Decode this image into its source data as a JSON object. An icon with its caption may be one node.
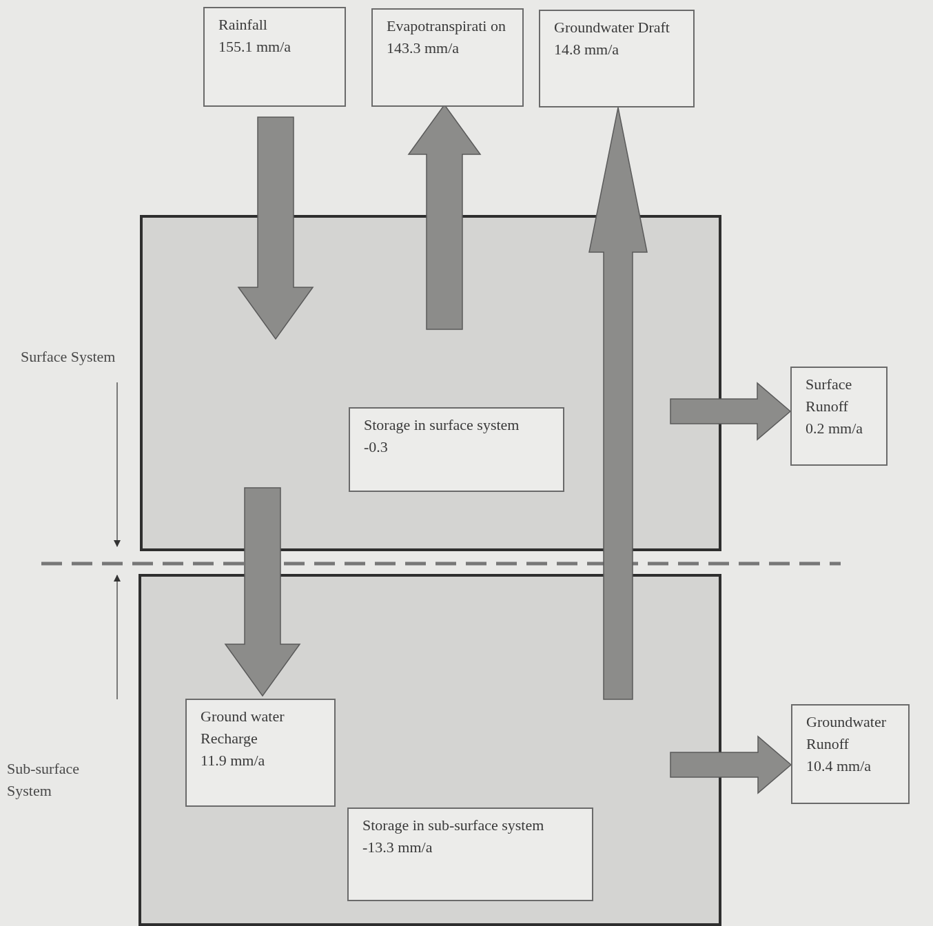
{
  "diagram": {
    "nodes": [
      {
        "text": [
          "Rainfall",
          "155.1 mm/a"
        ]
      },
      {
        "text": [
          "Evapotranspirati on",
          "143.3 mm/a"
        ]
      },
      {
        "text": [
          "Groundwater Draft",
          "14.8 mm/a"
        ]
      },
      {
        "text": [],
        "shape": "box"
      },
      {
        "text": [
          "Storage in surface system",
          "-0.3"
        ],
        "in": 3
      },
      {
        "text": [],
        "shape": "box"
      },
      {
        "text": [
          "Ground water Recharge",
          "11.9 mm/a"
        ],
        "in": 5
      },
      {
        "text": [
          "Storage in sub-surface system",
          "-13.3 mm/a"
        ],
        "in": 5
      },
      {
        "text": [
          "Surface Runoff",
          "0.2 mm/a"
        ]
      },
      {
        "text": [
          "Groundwater Runoff",
          "10.4 mm/a"
        ]
      }
    ],
    "edges": [
      {
        "from": 0,
        "to": 3,
        "arrow": "to"
      },
      {
        "from": 3,
        "to": 1,
        "arrow": "to"
      },
      {
        "from": 5,
        "to": 2,
        "arrow": "to"
      },
      {
        "from": 3,
        "to": 6,
        "arrow": "to"
      },
      {
        "from": 3,
        "to": 8,
        "arrow": "to"
      },
      {
        "from": 5,
        "to": 9,
        "arrow": "to"
      }
    ],
    "labels": [
      "Surface System",
      "Sub-surface System"
    ]
  }
}
